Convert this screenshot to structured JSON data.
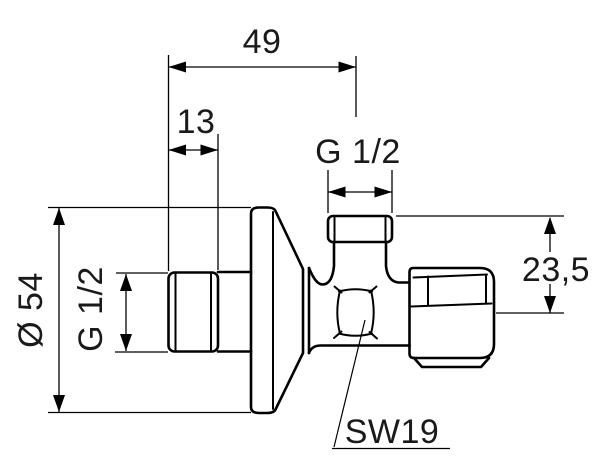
{
  "colors": {
    "ink": "#000000",
    "text": "#1a1a1a",
    "paper": "#ffffff"
  },
  "drawing": {
    "labels": {
      "depth": "49",
      "inlet_thread_length": "13",
      "top_outlet_thread": "G 1/2",
      "top_to_outlet_axis": "23,5",
      "rosette_diameter": "Ø 54",
      "inlet_thread": "G 1/2",
      "body_wrench_size": "SW19"
    }
  }
}
